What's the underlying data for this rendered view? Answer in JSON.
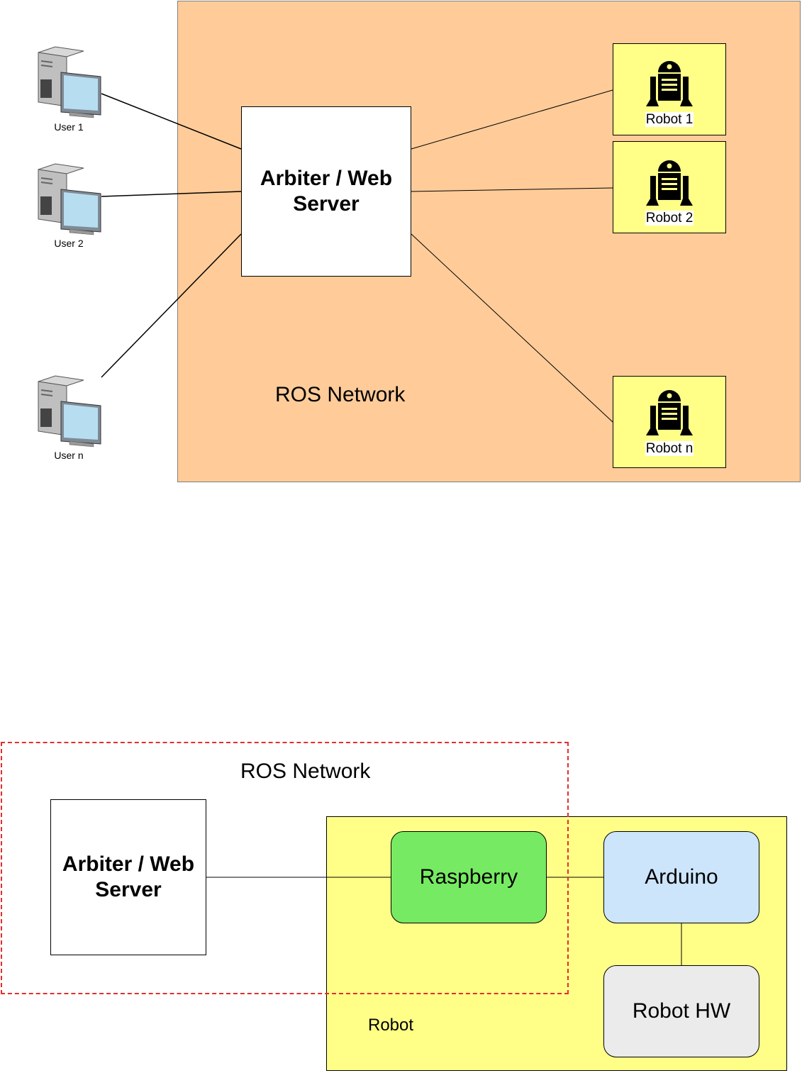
{
  "top_diagram": {
    "network_label": "ROS Network",
    "server_label_line1": "Arbiter / Web",
    "server_label_line2": "Server",
    "users": [
      "User 1",
      "User 2",
      "User n"
    ],
    "robots": [
      "Robot 1",
      "Robot 2",
      "Robot n"
    ]
  },
  "bottom_diagram": {
    "network_label": "ROS Network",
    "server_label_line1": "Arbiter / Web",
    "server_label_line2": "Server",
    "robot_label": "Robot",
    "raspberry_label": "Raspberry",
    "arduino_label": "Arduino",
    "robot_hw_label": "Robot HW"
  },
  "colors": {
    "ros_panel": "#ffcc99",
    "robot_fill": "#ffff88",
    "raspberry": "#77ea63",
    "arduino": "#cce5fb",
    "robot_hw": "#ebebeb",
    "dashed_boundary": "#e03030"
  },
  "icons": [
    "desktop-computer-icon",
    "robot-icon"
  ]
}
